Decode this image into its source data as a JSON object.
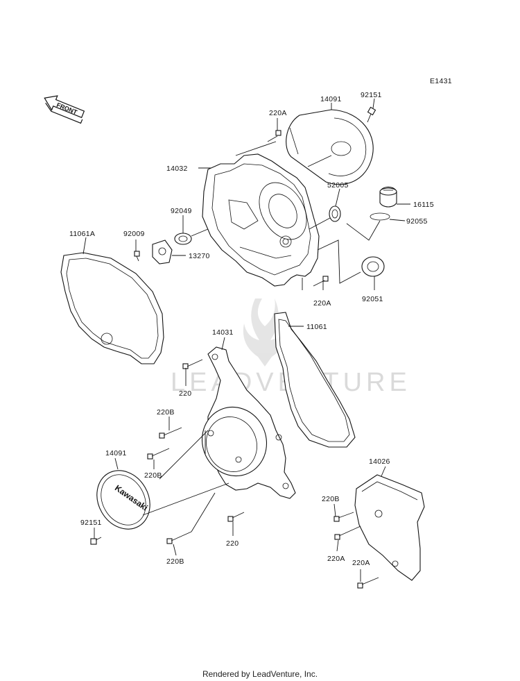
{
  "diagram_code": "E1431",
  "front_label": "FRONT",
  "watermark": "LEADVENTURE",
  "footer": "Rendered by LeadVenture, Inc.",
  "cover_logo": "Kawasaki",
  "callouts": {
    "c14091_top": "14091",
    "c92151_top": "92151",
    "c220A_top": "220A",
    "c14032": "14032",
    "c52005": "52005",
    "c16115": "16115",
    "c92049": "92049",
    "c92055": "92055",
    "c11061A": "11061A",
    "c92009": "92009",
    "c13270": "13270",
    "c220A_mid": "220A",
    "c92051": "92051",
    "c14031": "14031",
    "c11061": "11061",
    "c220_upper": "220",
    "c220B_1": "220B",
    "c220B_2": "220B",
    "c14091_bot": "14091",
    "c92151_bot": "92151",
    "c220B_3": "220B",
    "c220_lower": "220",
    "c14026": "14026",
    "c220B_4": "220B",
    "c220A_r1": "220A",
    "c220A_r2": "220A"
  }
}
